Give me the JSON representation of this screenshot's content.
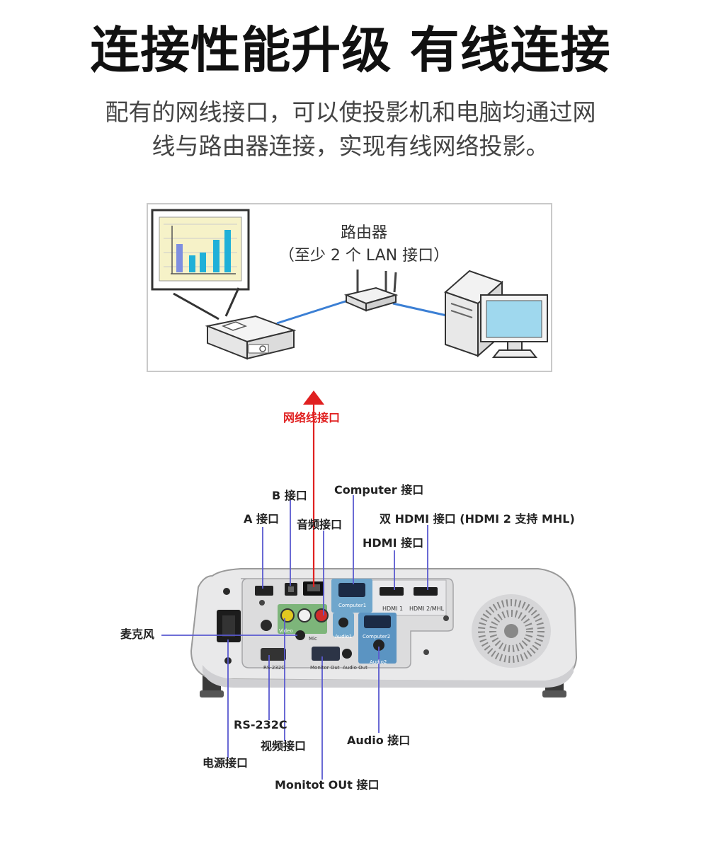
{
  "page": {
    "title": "连接性能升级 有线连接",
    "description_line1": "配有的网线接口，可以使投影机和电脑均通过网",
    "description_line2": "线与路由器连接，实现有线网络投影。"
  },
  "network_diagram": {
    "router_label": "路由器",
    "router_sublabel": "（至少 2 个 LAN 接口）",
    "icons": [
      "projection-screen-icon",
      "projector-icon",
      "router-icon",
      "desktop-computer-icon"
    ]
  },
  "ports": {
    "lan": "网络线接口",
    "computer": "Computer 接口",
    "b_port": "B 接口",
    "a_port": "A 接口",
    "audio_in": "音频接口",
    "dual_hdmi": "双 HDMI 接口 (HDMI 2 支持 MHL)",
    "hdmi": "HDMI 接口",
    "mic": "麦克风",
    "rs232c": "RS-232C",
    "video": "视频接口",
    "power": "电源接口",
    "audio": "Audio 接口",
    "monitor_out": "Monitot OUt 接口"
  },
  "panel_labels": {
    "hdmi1": "HDMI 1",
    "hdmi2": "HDMI 2/MHL",
    "computer1": "Computer1",
    "computer2": "Computer2",
    "audio1": "Audio1",
    "audio2": "Audio2",
    "rs232c": "RS-232C",
    "monitor_out": "Monitor Out",
    "audio_out": "Audio Out",
    "video": "Video",
    "mic": "Mic"
  },
  "colors": {
    "accent_red": "#e02020",
    "leader_blue": "#5a5ad0",
    "cable_blue": "#3b7fd4"
  }
}
